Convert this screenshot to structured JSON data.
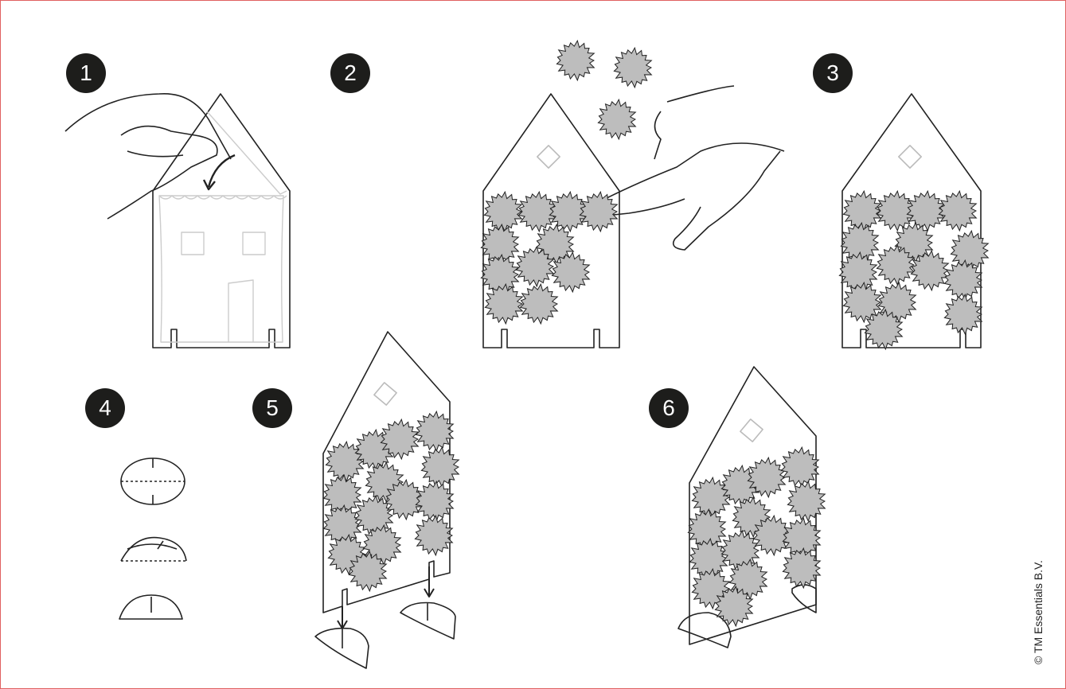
{
  "steps": [
    {
      "label": "1"
    },
    {
      "label": "2"
    },
    {
      "label": "3"
    },
    {
      "label": "4"
    },
    {
      "label": "5"
    },
    {
      "label": "6"
    }
  ],
  "copyright": "© TM Essentials B.V.",
  "colors": {
    "badge": "#1d1d1b",
    "pompom": "#bdbdbd",
    "line": "#222222",
    "faint": "#cccccc"
  }
}
